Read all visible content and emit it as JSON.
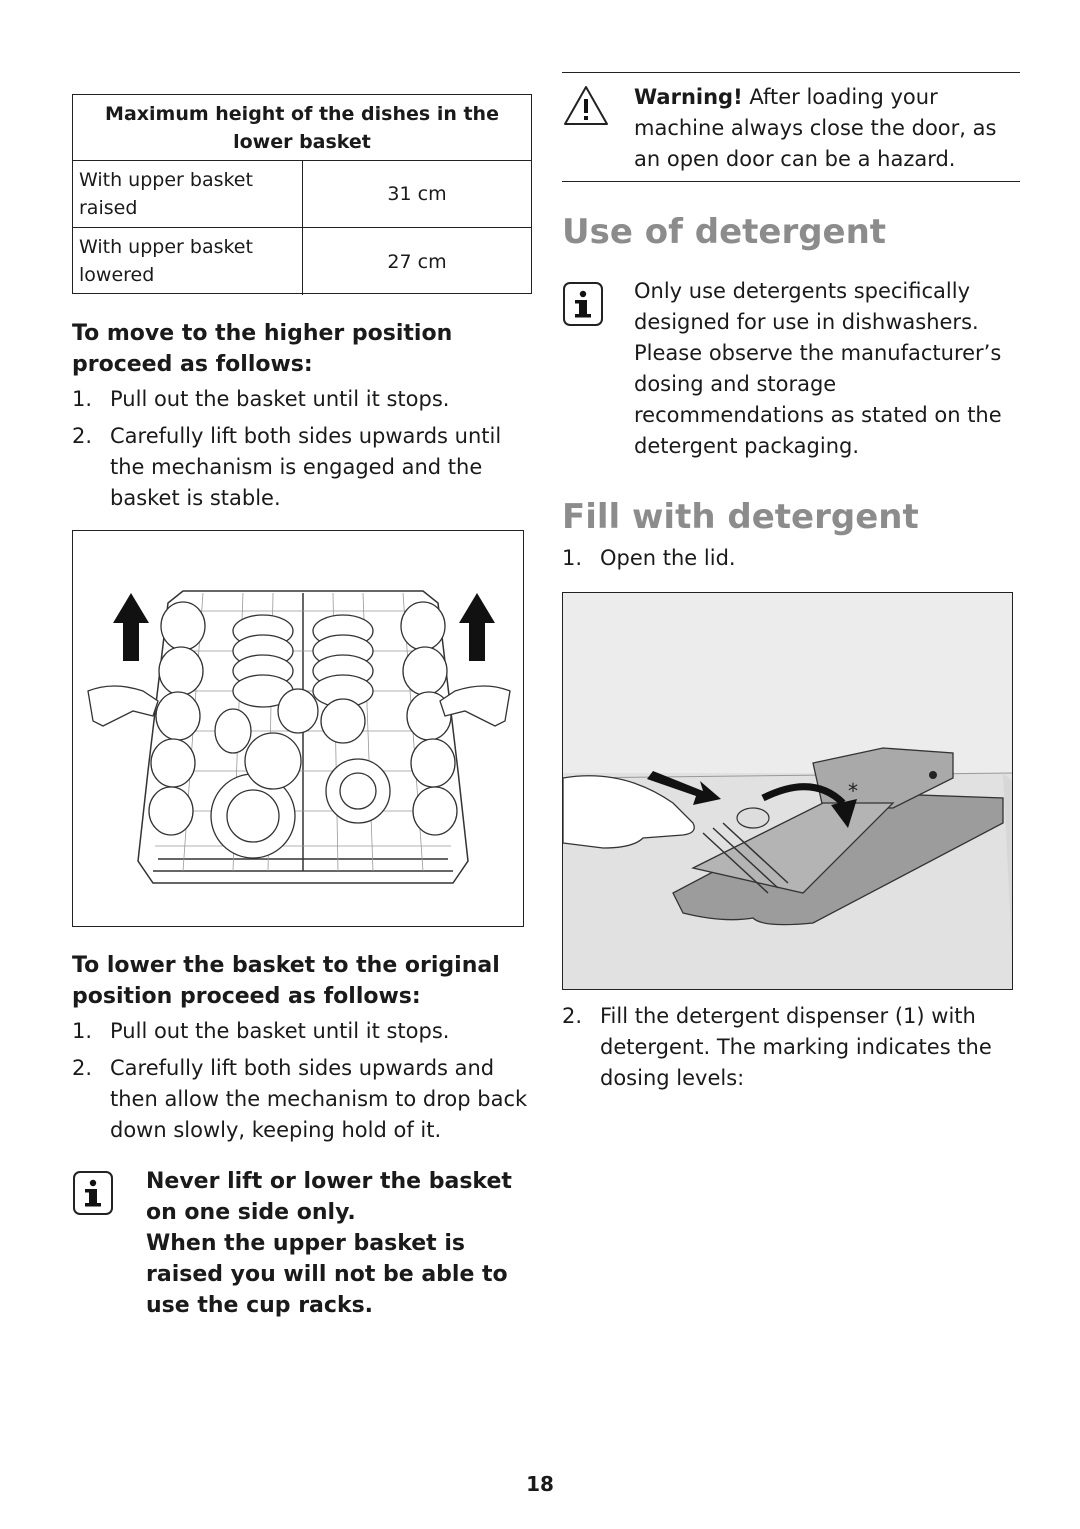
{
  "left": {
    "table": {
      "header": "Maximum height of the dishes in the lower basket",
      "rows": [
        {
          "label": "With upper basket raised",
          "value": "31 cm"
        },
        {
          "label": "With upper basket lowered",
          "value": "27 cm"
        }
      ]
    },
    "raise_section": {
      "heading": "To move to the higher position proceed as follows:",
      "steps": [
        {
          "num": "1.",
          "text": "Pull out the basket until it stops."
        },
        {
          "num": "2.",
          "text": "Carefully lift both sides upwards until the mechanism is engaged and the basket is stable."
        }
      ]
    },
    "lower_section": {
      "heading": "To lower the basket to the original position proceed as follows:",
      "steps": [
        {
          "num": "1.",
          "text": "Pull out the basket until it stops."
        },
        {
          "num": "2.",
          "text": "Carefully lift both sides upwards and then allow the mechanism to drop back down slowly, keeping hold of it."
        }
      ]
    },
    "note": {
      "icon": "info-icon",
      "line1": "Never lift or lower the basket on one side only.",
      "line2": "When the upper basket is raised you will not be able to use the cup racks."
    }
  },
  "right": {
    "warning": {
      "icon": "warning-triangle-icon",
      "label": "Warning!",
      "text": "After loading your machine always close the door, as an open door can be a hazard."
    },
    "use_detergent": {
      "title": "Use of detergent",
      "icon": "info-icon",
      "text": "Only use detergents specifically designed for use in dishwashers. Please observe the manufacturer’s dosing and storage recommendations as stated on the detergent packaging."
    },
    "fill_detergent": {
      "title": "Fill with detergent",
      "steps": [
        {
          "num": "1.",
          "text": "Open the lid."
        },
        {
          "num": "2.",
          "text": "Fill the detergent dispenser (1) with detergent. The marking indicates the dosing levels:"
        }
      ]
    }
  },
  "page_number": "18",
  "colors": {
    "heading_gray": "#8c8c8c",
    "text": "#1a1a1a",
    "figure_bg": "#e6e6e6"
  }
}
